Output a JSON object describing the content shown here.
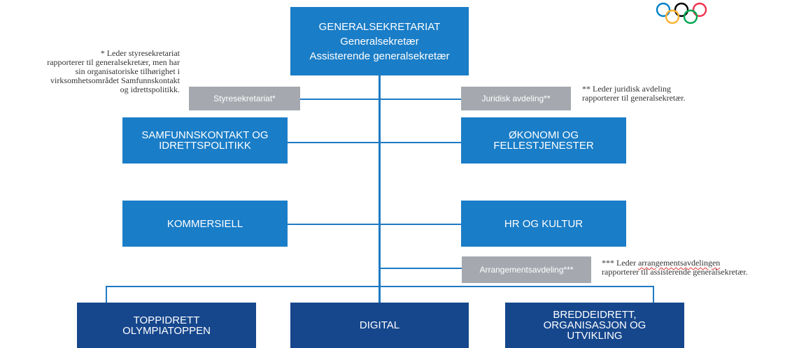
{
  "chart_title": {
    "lines": [
      "GENERALSEKRETARIAT",
      "Generalsekretær",
      "Assisterende generalsekretær"
    ]
  },
  "logo": {
    "name": "olympic-rings",
    "colors": [
      "#0081c8",
      "#fcb131",
      "#000000",
      "#00a651",
      "#ee334e"
    ]
  },
  "staff_units": {
    "styresekretariat": "Styresekretariat*",
    "juridisk": "Juridisk avdeling**",
    "arrangement": "Arrangementsavdeling***"
  },
  "departments": {
    "samfunnskontakt": [
      "SAMFUNNSKONTAKT OG",
      "IDRETTSPOLITIKK"
    ],
    "okonomi": [
      "ØKONOMI OG",
      "FELLESTJENESTER"
    ],
    "kommersiell": "KOMMERSIELL",
    "hr": "HR OG KULTUR"
  },
  "bottom_units": {
    "toppidrett": [
      "TOPPIDRETT",
      "OLYMPIATOPPEN"
    ],
    "digital": "DIGITAL",
    "breddeidrett": [
      "BREDDEIDRETT,",
      "ORGANISASJON OG",
      "UTVIKLING"
    ]
  },
  "notes": {
    "note1": [
      "* Leder styresekretariat",
      "rapporterer til generalsekretær, men har",
      "sin organisatoriske tilhørighet i",
      "virksomhetsområdet Samfunnskontakt",
      "og idrettspolitikk."
    ],
    "note2": [
      "** Leder juridisk avdeling",
      "rapporterer til generalsekretær."
    ],
    "note3": {
      "prefix": "*** Leder ",
      "word": "arrangementsavdelingen",
      "line2": "rapporterer til assisterende generalsekretær."
    }
  },
  "colors": {
    "primary_blue": "#1a7dc7",
    "dark_blue": "#16478d",
    "staff_gray": "#a5a9af",
    "connector": "#1f7ac4"
  }
}
